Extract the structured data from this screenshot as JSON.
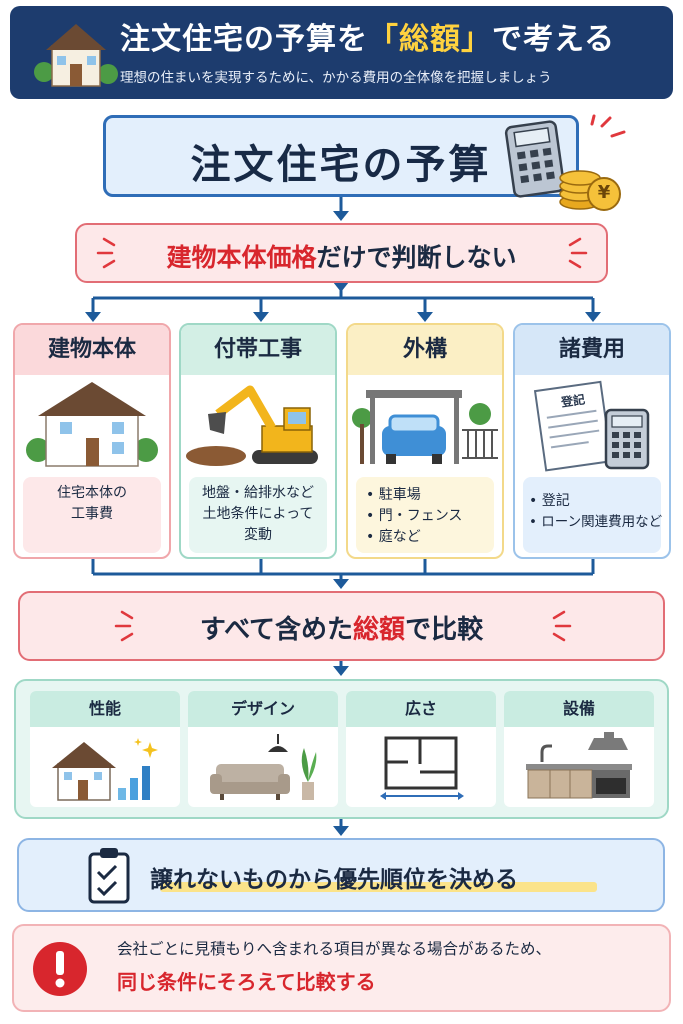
{
  "header": {
    "title_pre": "注文住宅の予算を",
    "title_highlight": "「総額」",
    "title_post": "で考える",
    "subtitle": "理想の住まいを実現するために、かかる費用の全体像を把握しましょう"
  },
  "budget": {
    "title": "注文住宅の予算",
    "yen_symbol": "¥"
  },
  "warning": {
    "highlight": "建物本体価格",
    "rest": "だけで判断しない"
  },
  "categories": [
    {
      "title": "建物本体",
      "lines": [
        "住宅本体の",
        "工事費"
      ],
      "icon": "house-icon",
      "color": "#f0a7ab"
    },
    {
      "title": "付帯工事",
      "lines": [
        "地盤・給排水など",
        "土地条件によって",
        "変動"
      ],
      "icon": "excavator-icon",
      "color": "#9fd8c6"
    },
    {
      "title": "外構",
      "lines": [
        "• 駐車場",
        "• 門・フェンス",
        "• 庭など"
      ],
      "icon": "carport-icon",
      "color": "#f3d98a"
    },
    {
      "title": "諸費用",
      "lines": [
        "• 登記",
        "• ローン関連費用など"
      ],
      "icon": "document-calculator-icon",
      "color": "#9cc3ea",
      "doc_label": "登記"
    }
  ],
  "total": {
    "pre": "すべて含めた",
    "highlight": "総額",
    "post": "で比較"
  },
  "priorities": [
    {
      "title": "性能",
      "icon": "house-chart-icon"
    },
    {
      "title": "デザイン",
      "icon": "sofa-icon"
    },
    {
      "title": "広さ",
      "icon": "floorplan-icon"
    },
    {
      "title": "設備",
      "icon": "kitchen-icon"
    }
  ],
  "decide": {
    "text": "譲れないものから優先順位を決める",
    "icon": "clipboard-check-icon"
  },
  "note": {
    "line1": "会社ごとに見積もりへ含まれる項目が異なる場合があるため、",
    "line2": "同じ条件にそろえて比較する",
    "icon": "exclamation-icon"
  },
  "colors": {
    "navy": "#1d3c6e",
    "accent_red": "#d8262d",
    "highlight_yellow": "#ffd23f",
    "blue_border": "#2f6db7"
  }
}
